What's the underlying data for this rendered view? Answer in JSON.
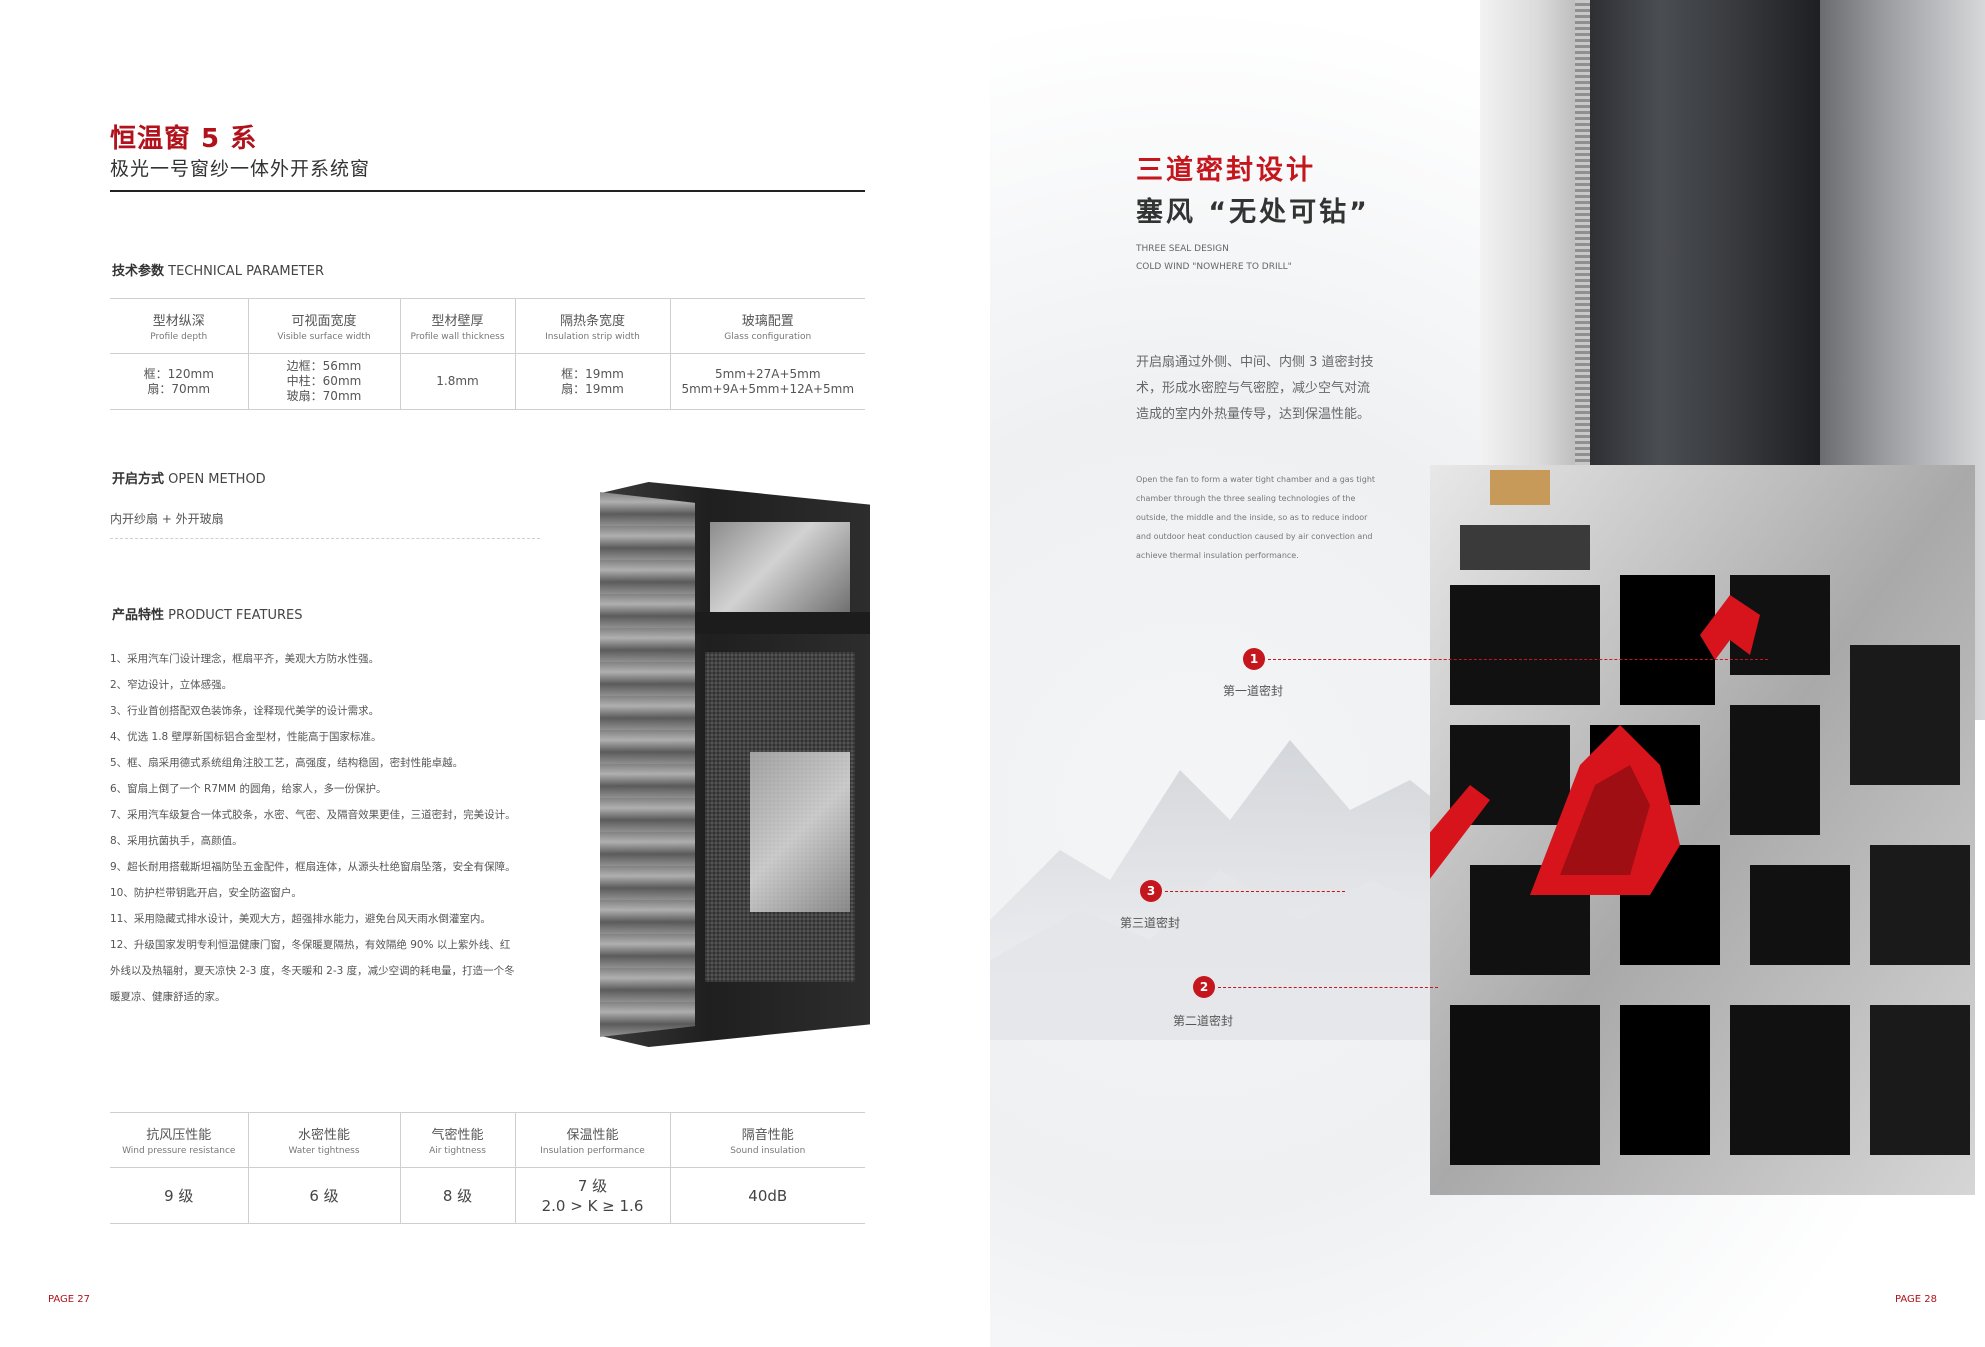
{
  "left": {
    "title": "恒温窗 5 系",
    "subtitle": "极光一号窗纱一体外开系统窗",
    "tech": {
      "label_cn": "技术参数",
      "label_en": "TECHNICAL PARAMETER",
      "headers": [
        {
          "cn": "型材纵深",
          "en": "Profile depth"
        },
        {
          "cn": "可视面宽度",
          "en": "Visible surface width"
        },
        {
          "cn": "型材壁厚",
          "en": "Profile wall thickness"
        },
        {
          "cn": "隔热条宽度",
          "en": "Insulation strip width"
        },
        {
          "cn": "玻璃配置",
          "en": "Glass configuration"
        }
      ],
      "values": [
        [
          "框：120mm",
          "扇：70mm"
        ],
        [
          "边框：56mm",
          "中柱：60mm",
          "玻扇：70mm"
        ],
        [
          "1.8mm"
        ],
        [
          "框：19mm",
          "扇：19mm"
        ],
        [
          "5mm+27A+5mm",
          "5mm+9A+5mm+12A+5mm"
        ]
      ]
    },
    "open_method": {
      "label_cn": "开启方式",
      "label_en": "OPEN METHOD",
      "text": "内开纱扇 + 外开玻扇"
    },
    "features": {
      "label_cn": "产品特性",
      "label_en": "PRODUCT FEATURES",
      "items": [
        "1、采用汽车门设计理念，框扇平齐，美观大方防水性强。",
        "2、窄边设计，立体感强。",
        "3、行业首创搭配双色装饰条，诠释现代美学的设计需求。",
        "4、优选 1.8 壁厚新国标铝合金型材，性能高于国家标准。",
        "5、框、扇采用德式系统组角注胶工艺，高强度，结构稳固，密封性能卓越。",
        "6、窗扇上倒了一个 R7MM 的圆角，给家人，多一份保护。",
        "7、采用汽车级复合一体式胶条，水密、气密、及隔音效果更佳，三道密封，完美设计。",
        "8、采用抗菌执手，高颜值。",
        "9、超长耐用搭载斯坦福防坠五金配件，框扇连体，从源头杜绝窗扇坠落，安全有保障。",
        "10、防护栏带钥匙开启，安全防盗窗户。",
        "11、采用隐藏式排水设计，美观大方，超强排水能力，避免台风天雨水倒灌室内。",
        "12、升级国家发明专利恒温健康门窗，冬保暖夏隔热，有效隔绝 90% 以上紫外线、红",
        "外线以及热辐射，夏天凉快 2-3 度，冬天暖和 2-3 度，减少空调的耗电量，打造一个冬",
        "暖夏凉、健康舒适的家。"
      ]
    },
    "performance": {
      "headers": [
        {
          "cn": "抗风压性能",
          "en": "Wind pressure resistance"
        },
        {
          "cn": "水密性能",
          "en": "Water tightness"
        },
        {
          "cn": "气密性能",
          "en": "Air tightness"
        },
        {
          "cn": "保温性能",
          "en": "Insulation performance"
        },
        {
          "cn": "隔音性能",
          "en": "Sound insulation"
        }
      ],
      "values": [
        [
          "9 级"
        ],
        [
          "6 级"
        ],
        [
          "8 级"
        ],
        [
          "7 级",
          "2.0 > K ≥ 1.6"
        ],
        [
          "40dB"
        ]
      ]
    },
    "page": "PAGE 27"
  },
  "right": {
    "title1": "三道密封设计",
    "title2": "塞风 “无处可钻”",
    "en1": "THREE SEAL DESIGN",
    "en2": "COLD WIND \"NOWHERE TO DRILL\"",
    "desc_cn": "开启扇通过外侧、中间、内侧 3 道密封技术，形成水密腔与气密腔，减少空气对流造成的室内外热量传导，达到保温性能。",
    "desc_en": "Open the fan to form a water tight chamber and a gas tight chamber through the three sealing technologies of the outside, the middle and the inside, so as to reduce indoor and outdoor heat conduction caused by air convection and achieve thermal insulation performance.",
    "callouts": [
      {
        "num": "1",
        "label": "第一道密封"
      },
      {
        "num": "3",
        "label": "第三道密封"
      },
      {
        "num": "2",
        "label": "第二道密封"
      }
    ],
    "page": "PAGE 28",
    "accent": "#c4161c"
  }
}
